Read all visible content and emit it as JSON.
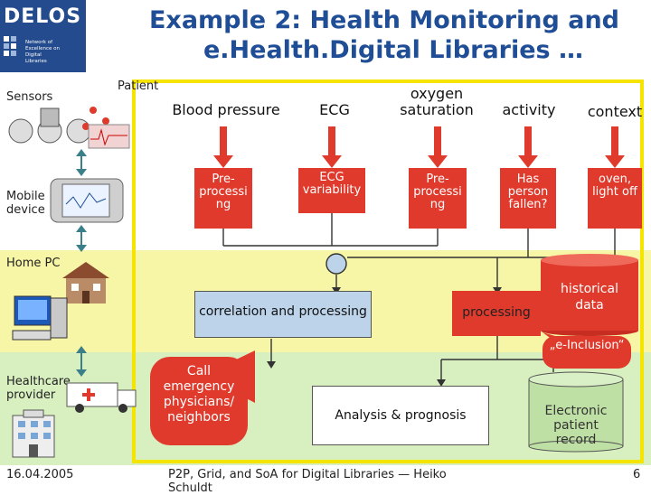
{
  "logo": {
    "word": "DELOS",
    "sub_lines": [
      "Network of",
      "Excellence on",
      "Digital",
      "Libraries"
    ]
  },
  "title": {
    "line1": "Example 2: Health Monitoring and",
    "line2": "e.Health.Digital Libraries …"
  },
  "sidebar": {
    "sensors": "Sensors",
    "mobile_device": "Mobile device",
    "home_pc": "Home PC",
    "healthcare_provider": "Healthcare provider"
  },
  "patient_label": "Patient",
  "headers": {
    "blood_pressure": "Blood pressure",
    "ecg": "ECG",
    "oxygen": "oxygen saturation",
    "activity": "activity",
    "context": "context"
  },
  "mobile_row": {
    "preprocessing_1": "Pre-processi ng",
    "ecg_variability": "ECG variability",
    "preprocessing_2": "Pre-processi ng",
    "has_fallen": "Has person fallen?",
    "oven": "oven, light off"
  },
  "home_row": {
    "correlation": "correlation and processing",
    "processing": "processing",
    "historical": "historical data",
    "e_inclusion": "„e-Inclusion“"
  },
  "provider_row": {
    "call_emergency": "Call emergency physicians/ neighbors",
    "analysis": "Analysis & prognosis",
    "epr": "Electronic patient record"
  },
  "footer": {
    "date": "16.04.2005",
    "center": "P2P, Grid, and SoA for Digital Libraries — Heiko Schuldt",
    "page": "6"
  },
  "colors": {
    "title": "#1f4e96",
    "red": "#e03a2c",
    "yellow_border": "#f4e400",
    "band_sensors": "#ffffff",
    "band_mobile": "#ffffff",
    "band_home": "#f6f4a6",
    "band_provider": "#d8f0c0",
    "blue_box": "#bcd3ea"
  },
  "icons": [
    "sensor-device-icon",
    "pda-icon",
    "house-icon",
    "computer-icon",
    "ambulance-icon",
    "hospital-icon"
  ]
}
